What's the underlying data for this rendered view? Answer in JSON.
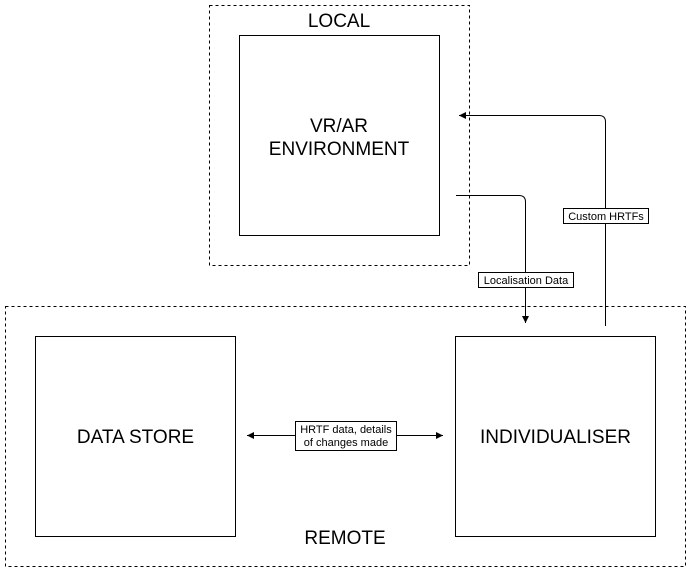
{
  "groups": {
    "local": {
      "label": "LOCAL"
    },
    "remote": {
      "label": "REMOTE"
    }
  },
  "nodes": {
    "vr_ar": {
      "line1": "VR/AR",
      "line2": "ENVIRONMENT"
    },
    "data_store": {
      "label": "DATA STORE"
    },
    "individualiser": {
      "label": "INDIVIDUALISER"
    }
  },
  "edges": {
    "localisation": {
      "label": "Localisation Data"
    },
    "custom_hrtfs": {
      "label": "Custom HRTFs"
    },
    "hrtf_data": {
      "line1": "HRTF data, details",
      "line2": "of changes made"
    }
  }
}
